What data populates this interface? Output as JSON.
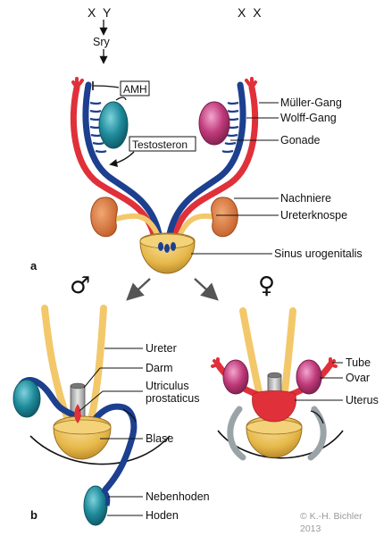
{
  "top": {
    "karyotype_male": "X Y",
    "karyotype_female": "X X",
    "sry": "Sry",
    "amh": "AMH",
    "testosteron": "Testosteron"
  },
  "labels_a": {
    "muller": "Müller-Gang",
    "wolff": "Wolff-Gang",
    "gonade": "Gonade",
    "nachniere": "Nachniere",
    "ureterknospe": "Ureterknospe",
    "sinus": "Sinus urogenitalis"
  },
  "panel_a": "a",
  "panel_b": "b",
  "symbols": {
    "male": "♂",
    "female": "♀"
  },
  "labels_male": {
    "ureter": "Ureter",
    "darm": "Darm",
    "utriculus_1": "Utriculus",
    "utriculus_2": "prostaticus",
    "blase": "Blase",
    "nebenhoden": "Nebenhoden",
    "hoden": "Hoden"
  },
  "labels_female": {
    "tube": "Tube",
    "ovar": "Ovar",
    "uterus": "Uterus"
  },
  "copyright_1": "© K.-H. Bichler",
  "copyright_2": "2013",
  "colors": {
    "muller_red": "#e0303a",
    "wolff_blue": "#1c3f8f",
    "testis_teal": "#1e8a9a",
    "ovary_pink": "#c03a7a",
    "kidney_orange": "#d9773a",
    "ureter_yellow": "#f2c86a",
    "sinus_gold": "#e6b84a"
  }
}
